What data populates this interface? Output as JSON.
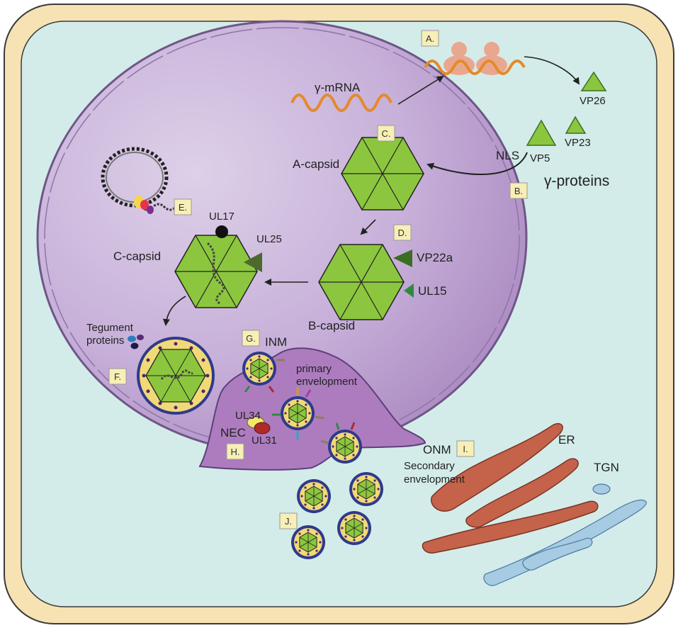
{
  "step_labels": {
    "A": "A.",
    "B": "B.",
    "C": "C.",
    "D": "D.",
    "E": "E.",
    "F": "F.",
    "G": "G.",
    "H": "H.",
    "I": "I.",
    "J": "J."
  },
  "labels": {
    "mrna": "γ-mRNA",
    "vp26": "VP26",
    "vp23": "VP23",
    "vp5": "VP5",
    "nls": "NLS",
    "gamma_proteins": "γ-proteins",
    "a_capsid": "A-capsid",
    "b_capsid": "B-capsid",
    "c_capsid": "C-capsid",
    "vp22a": "VP22a",
    "ul15": "UL15",
    "ul17": "UL17",
    "ul25": "UL25",
    "tegument_1": "Tegument",
    "tegument_2": "proteins",
    "inm": "INM",
    "primary_1": "primary",
    "primary_2": "envelopment",
    "nec": "NEC",
    "ul34": "UL34",
    "ul31": "UL31",
    "onm": "ONM",
    "secondary_1": "Secondary",
    "secondary_2": "envelopment",
    "er": "ER",
    "tgn": "TGN"
  },
  "colors": {
    "cell_fill": "#d3ece9",
    "cell_border": "#f6e2b3",
    "nucleus": "#c2a9d3",
    "perinuclear": "#ad7cbf",
    "capsid": "#8cc63f",
    "capsid_dark": "#3b6e22",
    "label_box": "#f7efb6",
    "er": "#c4634a",
    "tgn": "#a6cbe3",
    "envelope": "#2e3a8c"
  }
}
